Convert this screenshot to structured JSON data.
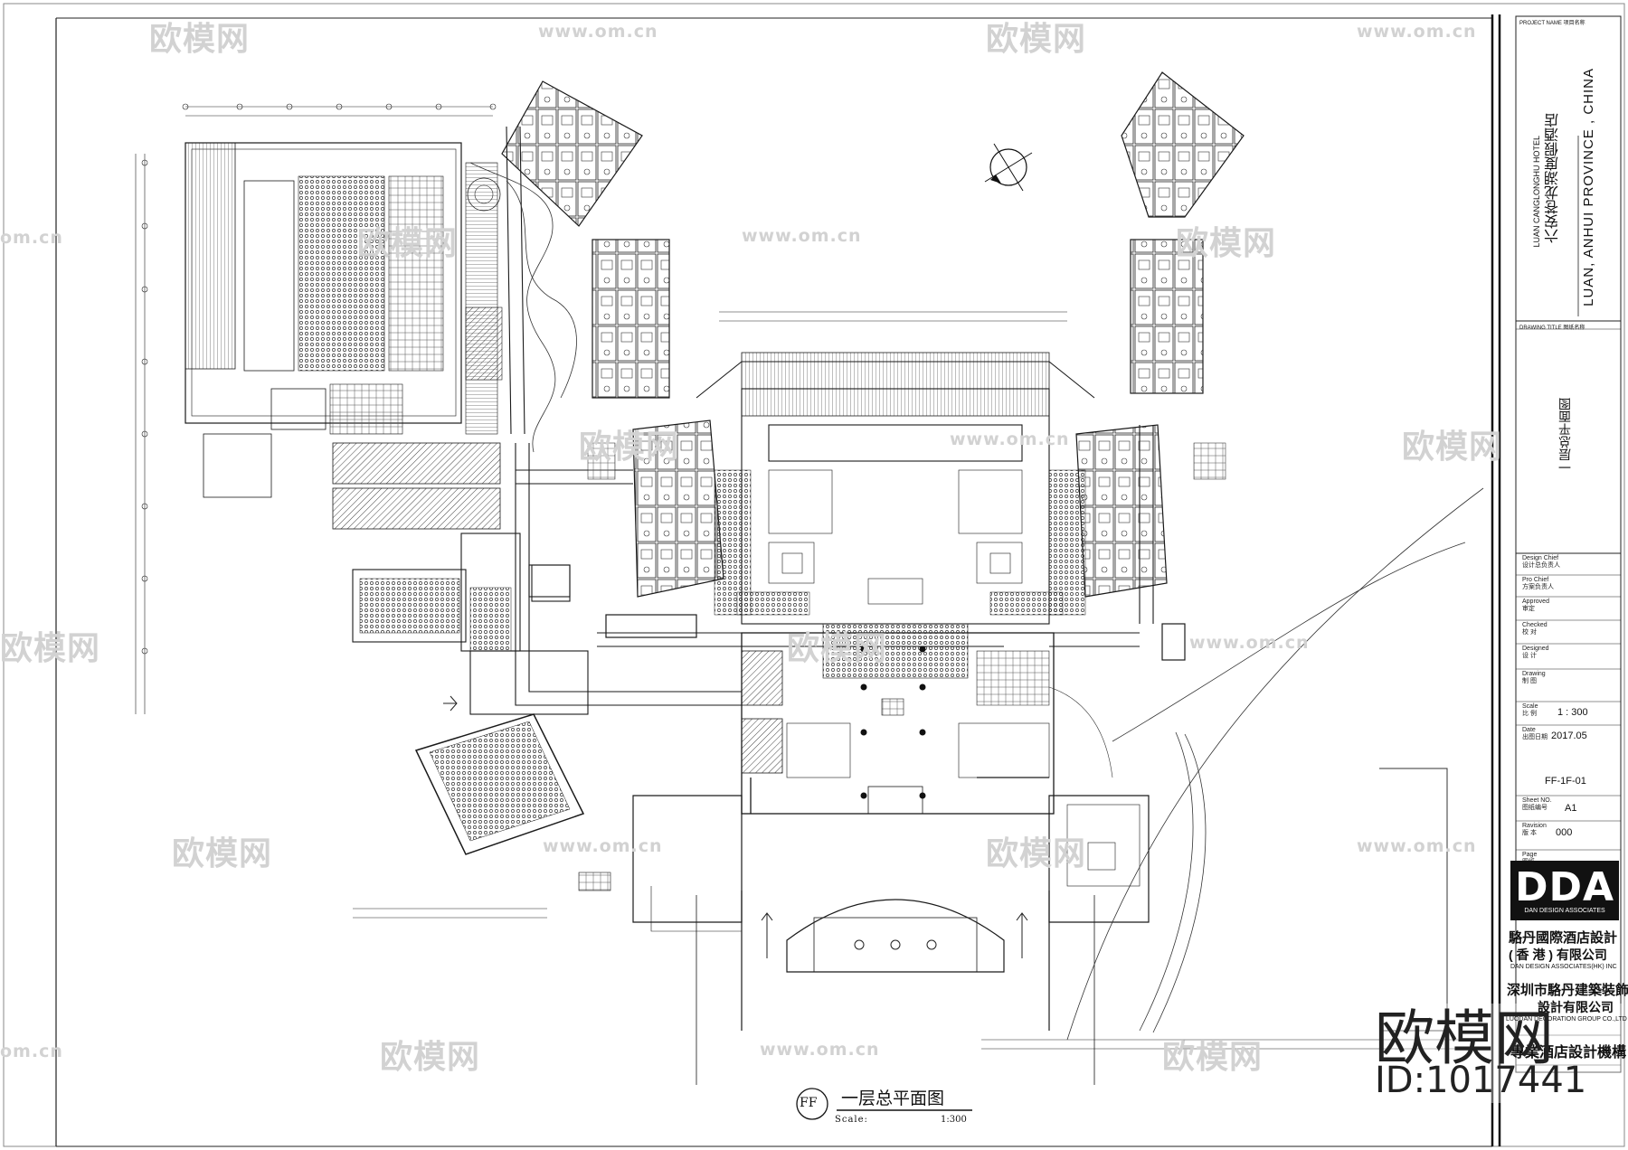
{
  "watermarks": {
    "brand": "欧模网",
    "url": "www.om.cn",
    "url_short": "om.cn"
  },
  "title_block": {
    "project_name_label": "PROJECT NAME 项目名称",
    "project_name_en": "LUAN CANGLONGHU HOTEL",
    "project_name_cn": "六安苍龙湖度假酒店",
    "location": "LUAN, ANHUI PROVINCE , CHINA",
    "drawing_title_label": "DRAWING TITLE 图纸名称",
    "drawing_title": "一层总平面图",
    "rows": [
      {
        "en": "Design Chief",
        "cn": "设计总负责人",
        "value": ""
      },
      {
        "en": "Pro Chief",
        "cn": "方案负责人",
        "value": ""
      },
      {
        "en": "Approved",
        "cn": "审定",
        "value": ""
      },
      {
        "en": "Checked",
        "cn": "校 对",
        "value": ""
      },
      {
        "en": "Designed",
        "cn": "设 计",
        "value": ""
      },
      {
        "en": "Drawing",
        "cn": "制 图",
        "value": ""
      },
      {
        "en": "Scale",
        "cn": "比 例",
        "value": "1 : 300"
      },
      {
        "en": "Date",
        "cn": "出图日期",
        "value": "2017.05"
      },
      {
        "en": "Sheet NO.",
        "cn": "图纸编号",
        "value": "FF-1F-01"
      },
      {
        "en": "Ravision",
        "cn": "版 本",
        "value": "A1"
      },
      {
        "en": "Page",
        "cn": "图纸",
        "value": "000"
      }
    ],
    "logo": "DDA",
    "logo_sub": "DAN DESIGN ASSOCIATES",
    "company_cn_1": "駱丹國際酒店設計",
    "company_cn_2": "( 香 港 ) 有限公司",
    "company_en": "DAN DESIGN ASSOCIATES(HK) INC",
    "company_cn_3": "深圳市駱丹建築裝飾",
    "company_cn_4": "設計有限公司",
    "company_en_2": "LUODAN DECORATION GROUP CO.,LTD",
    "slogan": "專業酒店設計機構"
  },
  "drawing": {
    "caption_symbol": "FF",
    "caption": "一层总平面图",
    "scale_label": "Scale:",
    "scale_value": "1:300"
  },
  "overlay": {
    "brand": "欧模网",
    "id": "ID:1017441"
  },
  "colors": {
    "line": "#1a1a1a",
    "hatch": "#444444",
    "watermark": "#d2d2d2",
    "logo_bg": "#111111"
  }
}
